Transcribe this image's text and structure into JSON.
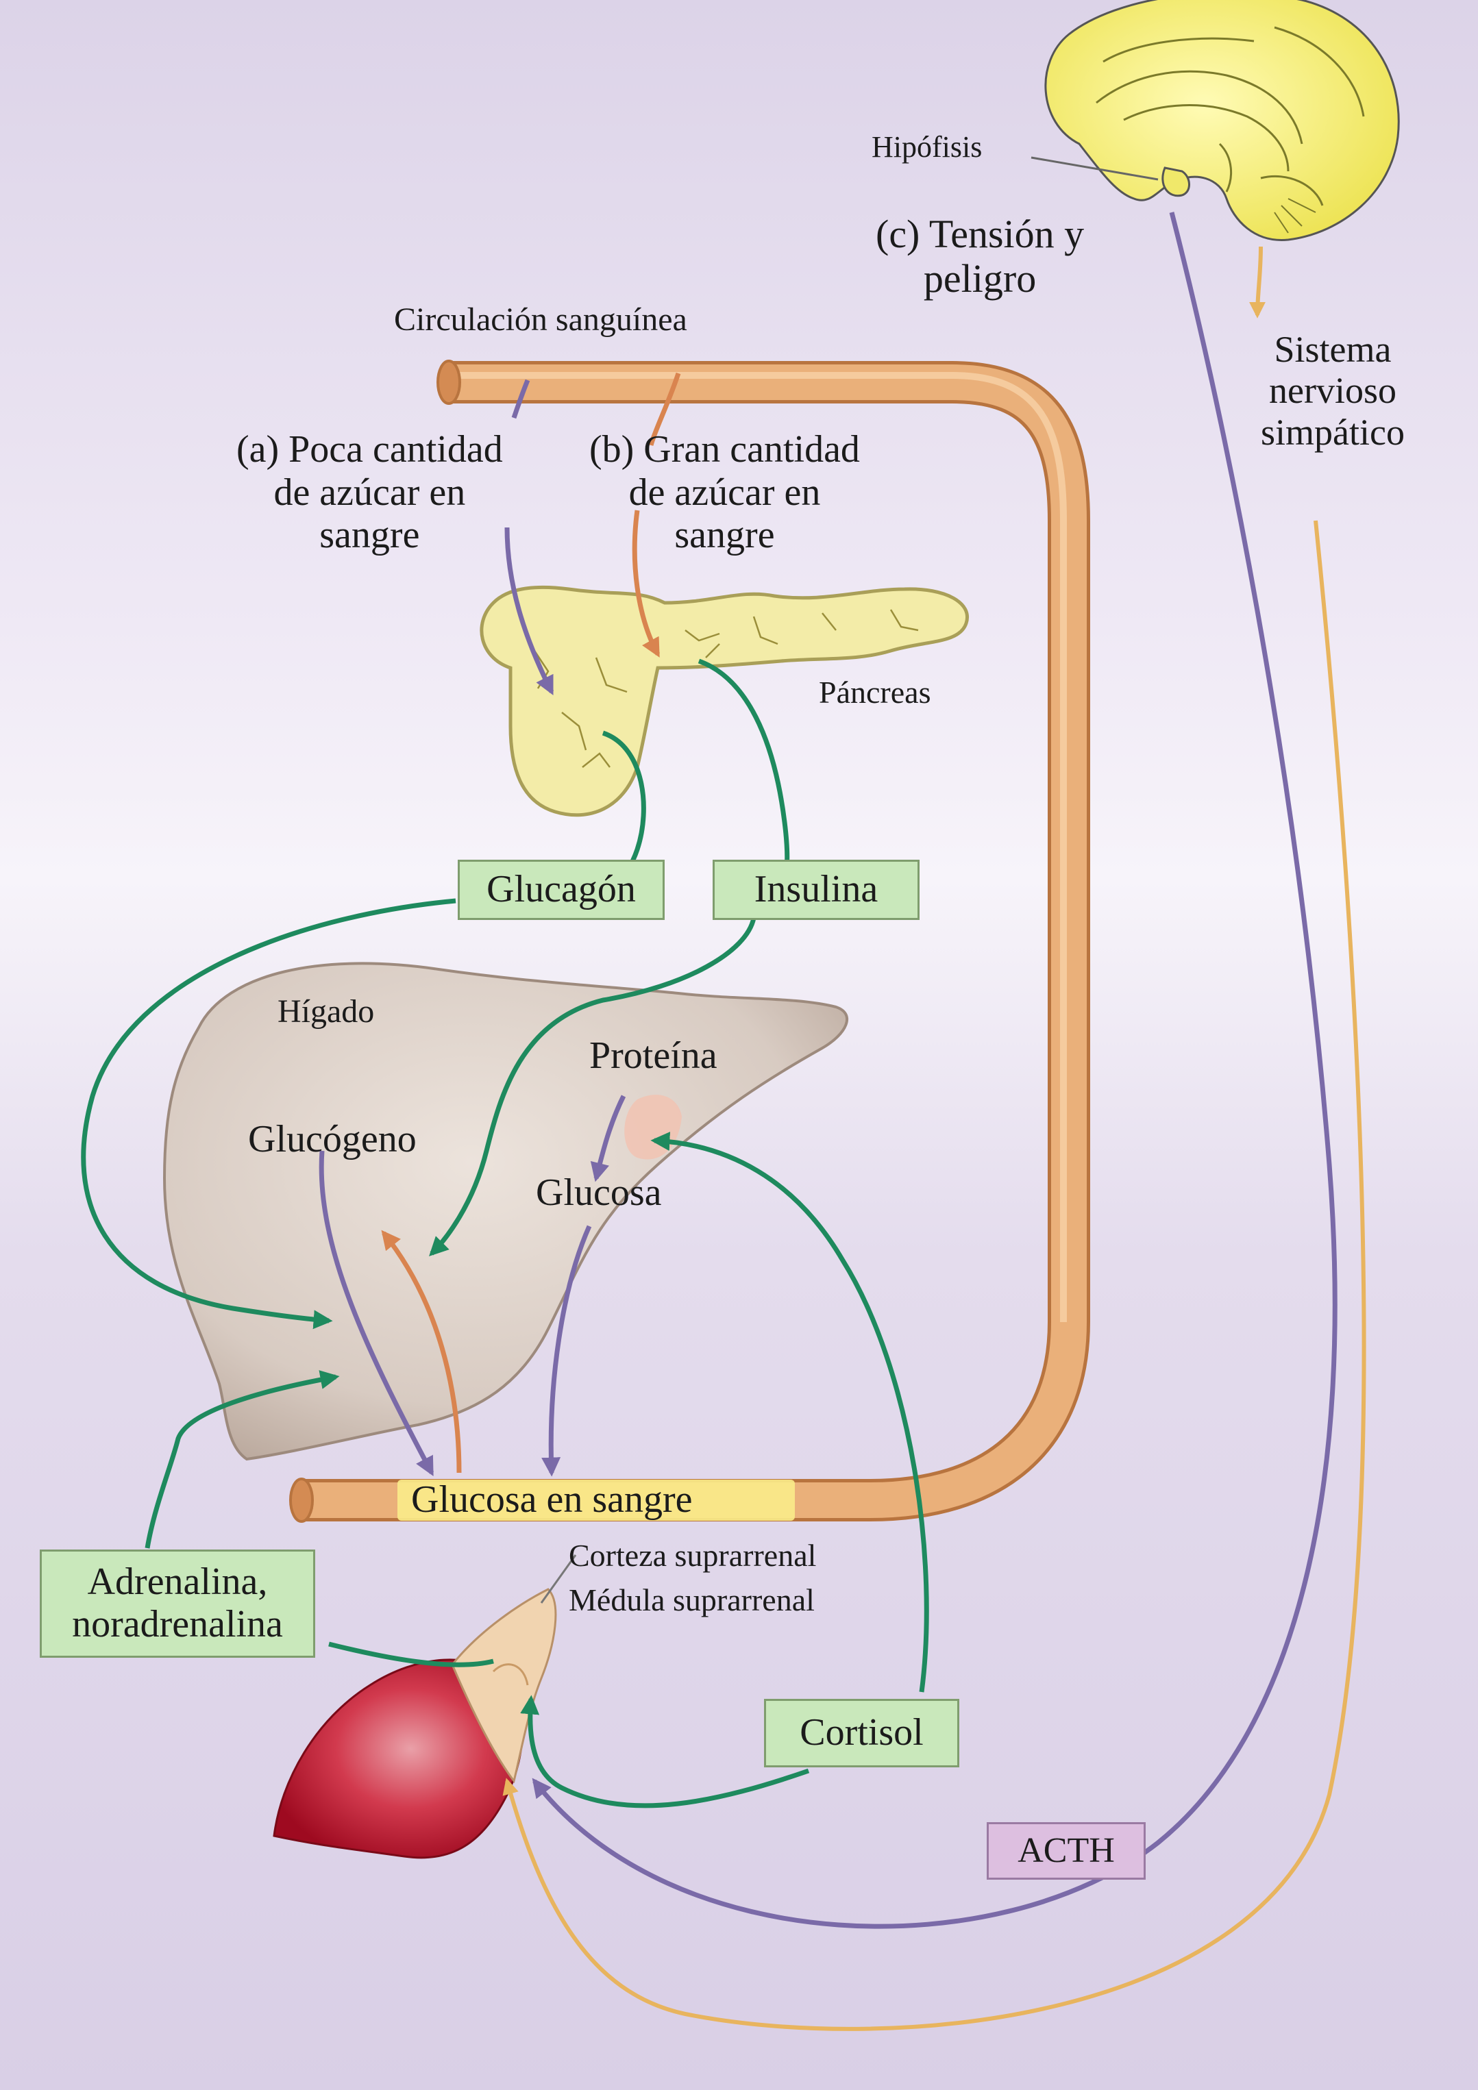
{
  "labels": {
    "hipofisis": "Hipófisis",
    "tension": "(c) Tensión y\npeligro",
    "circulacion": "Circulación sanguínea",
    "poca": "(a) Poca cantidad\nde azúcar en\nsangre",
    "gran": "(b) Gran cantidad\nde azúcar en\nsangre",
    "sistema": "Sistema\nnervioso\nsimpático",
    "pancreas": "Páncreas",
    "higado": "Hígado",
    "glucogeno": "Glucógeno",
    "proteina": "Proteína",
    "glucosa": "Glucosa",
    "glucosa_sangre": "Glucosa en sangre",
    "corteza": "Corteza suprarrenal",
    "medula": "Médula suprarrenal"
  },
  "hormones": {
    "glucagon": "Glucagón",
    "insulina": "Insulina",
    "adrenalina": "Adrenalina,\nnoradrenalina",
    "cortisol": "Cortisol",
    "acth": "ACTH"
  },
  "colors": {
    "vessel": "#eab07a",
    "vessel_dark": "#c9824b",
    "green_arrow": "#1e8a5e",
    "purple_arrow": "#7a6aa8",
    "orange_arrow": "#d9844f",
    "yellow_arrow": "#e8b45e",
    "hormone_box": "#c9e8bb",
    "acth_box": "#ddbfe0",
    "brain": "#f4f08a",
    "pancreas": "#f3eca8",
    "liver": "#d9cdc4",
    "kidney": "#c4122e"
  }
}
